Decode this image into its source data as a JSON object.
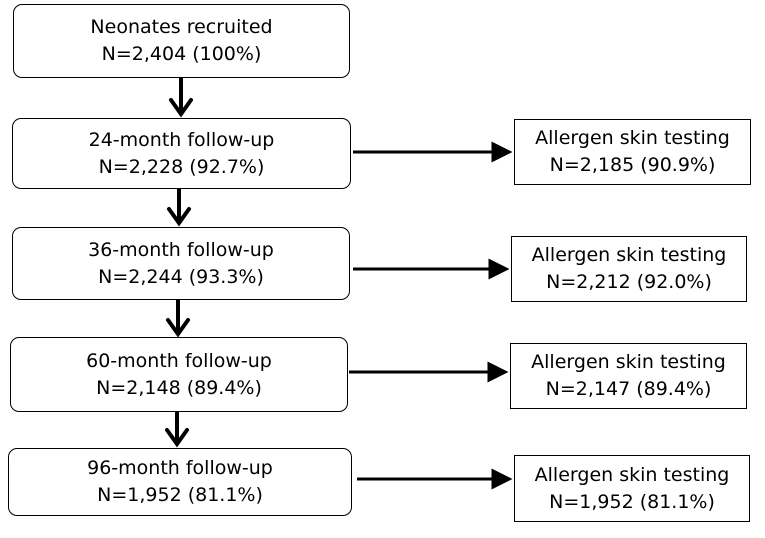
{
  "flowchart": {
    "main": [
      {
        "title": "Neonates recruited",
        "count": "N=2,404 (100%)"
      },
      {
        "title": "24-month follow-up",
        "count": "N=2,228 (92.7%)"
      },
      {
        "title": "36-month follow-up",
        "count": "N=2,244 (93.3%)"
      },
      {
        "title": "60-month follow-up",
        "count": "N=2,148 (89.4%)"
      },
      {
        "title": "96-month follow-up",
        "count": "N=1,952 (81.1%)"
      }
    ],
    "side": [
      {
        "title": "Allergen skin testing",
        "count": "N=2,185 (90.9%)"
      },
      {
        "title": "Allergen skin testing",
        "count": "N=2,212 (92.0%)"
      },
      {
        "title": "Allergen skin testing",
        "count": "N=2,147 (89.4%)"
      },
      {
        "title": "Allergen skin testing",
        "count": "N=1,952 (81.1%)"
      }
    ]
  }
}
